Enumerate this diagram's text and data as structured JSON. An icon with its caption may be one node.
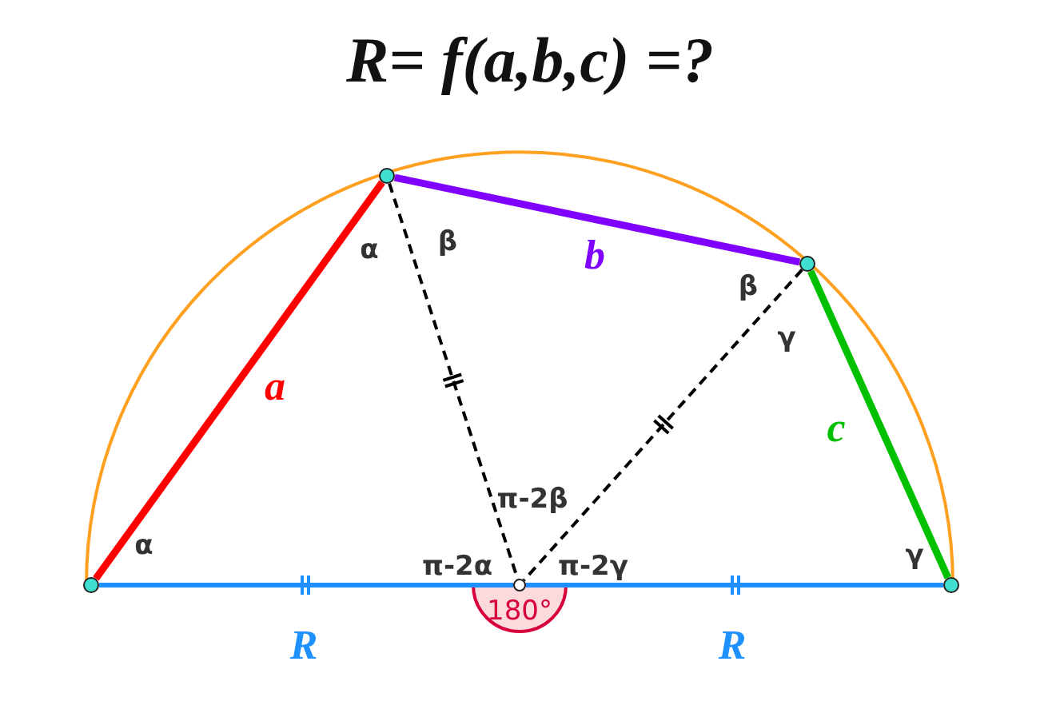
{
  "diagram": {
    "title": "R= f(a,b,c) =?",
    "nodes": [
      {
        "text": [],
        "shape": "circle"
      },
      {
        "text": [],
        "shape": "circle"
      },
      {
        "text": [],
        "shape": "circle"
      },
      {
        "text": [],
        "shape": "circle"
      },
      {
        "text": [],
        "shape": "circle"
      }
    ],
    "edges": [
      {
        "from": 0,
        "to": 1,
        "arrow": "none",
        "label": "a",
        "color": "#ff0000"
      },
      {
        "from": 1,
        "to": 2,
        "arrow": "none",
        "label": "b",
        "color": "#8000ff"
      },
      {
        "from": 2,
        "to": 3,
        "arrow": "none",
        "label": "c",
        "color": "#00c000"
      },
      {
        "from": 1,
        "to": 4,
        "arrow": "none",
        "style": "dashed",
        "color": "#000000"
      },
      {
        "from": 2,
        "to": 4,
        "arrow": "none",
        "style": "dashed",
        "color": "#000000"
      },
      {
        "from": 0,
        "to": 4,
        "arrow": "none",
        "label": "R",
        "color": "#1e90ff"
      },
      {
        "from": 4,
        "to": 3,
        "arrow": "none",
        "label": "R",
        "color": "#1e90ff"
      }
    ],
    "labels": [
      "α",
      "β",
      "β",
      "γ",
      "π-2β",
      "α",
      "π-2α",
      "π-2γ",
      "γ",
      "180°"
    ]
  }
}
